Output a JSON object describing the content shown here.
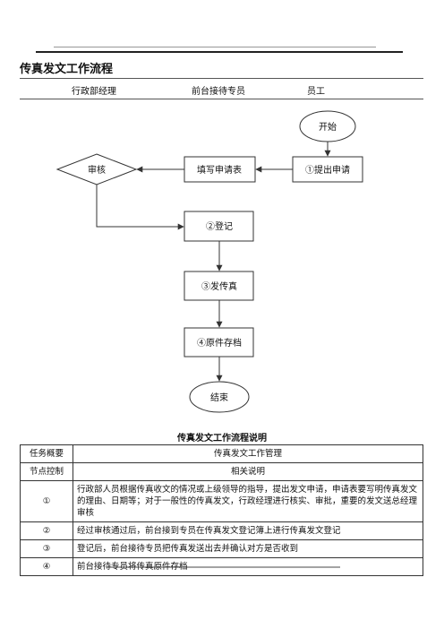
{
  "title": "传真发文工作流程",
  "lanes": [
    "行政部经理",
    "前台接待专员",
    "员工"
  ],
  "flow": {
    "start": "开始",
    "apply": "①提出申请",
    "fill_form": "填写申请表",
    "review": "审核",
    "register": "②登记",
    "send_fax": "③发传真",
    "archive": "④原件存档",
    "end": "结束"
  },
  "desc_title": "传真发文工作流程说明",
  "table": {
    "overview_label": "任务概要",
    "overview_value": "传真发文工作管理",
    "node_label": "节点控制",
    "node_value": "相关说明",
    "rows": [
      {
        "node": "①",
        "text": "行政部人员根据传真收文的情况或上级领导的指导，提出发文申请，申请表要写明传真发文的理由、日期等；对于一般性的传真发文，行政经理进行核实、审批，重要的发文送总经理审核"
      },
      {
        "node": "②",
        "text": "经过审核通过后，前台接到专员在传真发文登记簿上进行传真发文登记"
      },
      {
        "node": "③",
        "text": "登记后，前台接待专员把传真发送出去并确认对方是否收到"
      },
      {
        "node": "④",
        "text": "前台接待专员将传真原件存档"
      }
    ]
  }
}
